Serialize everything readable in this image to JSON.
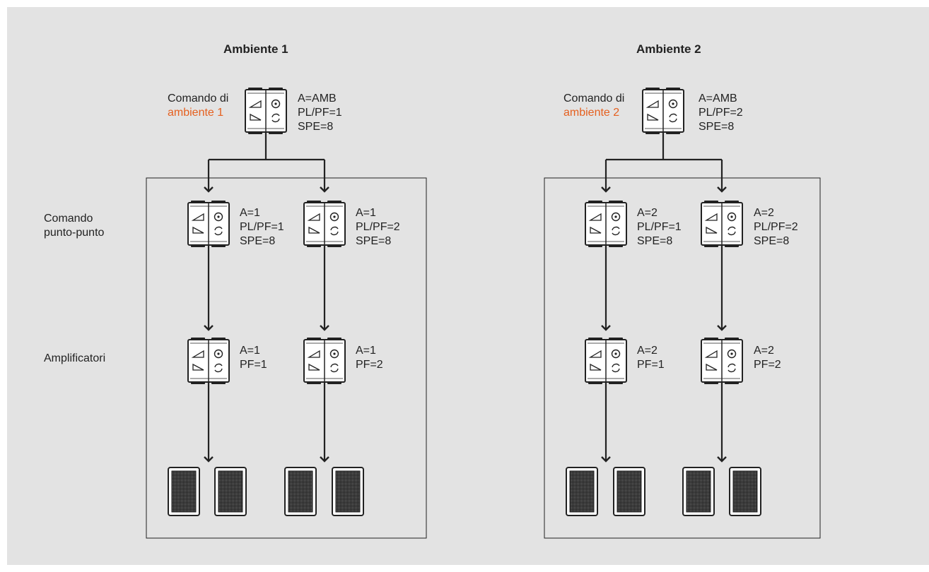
{
  "colors": {
    "background": "#e3e3e3",
    "accent": "#e5601f",
    "line": "#222222"
  },
  "row_labels": {
    "punto_punto": [
      "Comando",
      "punto-punto"
    ],
    "amplificatori": "Amplificatori"
  },
  "environments": [
    {
      "title": "Ambiente 1",
      "command_label": "Comando di",
      "command_sub": "ambiente 1",
      "ambient_command": [
        "A=AMB",
        "PL/PF=1",
        "SPE=8"
      ],
      "point_commands": [
        [
          "A=1",
          "PL/PF=1",
          "SPE=8"
        ],
        [
          "A=1",
          "PL/PF=2",
          "SPE=8"
        ]
      ],
      "amplifiers": [
        [
          "A=1",
          "PF=1"
        ],
        [
          "A=1",
          "PF=2"
        ]
      ]
    },
    {
      "title": "Ambiente 2",
      "command_label": "Comando di",
      "command_sub": "ambiente 2",
      "ambient_command": [
        "A=AMB",
        "PL/PF=2",
        "SPE=8"
      ],
      "point_commands": [
        [
          "A=2",
          "PL/PF=1",
          "SPE=8"
        ],
        [
          "A=2",
          "PL/PF=2",
          "SPE=8"
        ]
      ],
      "amplifiers": [
        [
          "A=2",
          "PF=1"
        ],
        [
          "A=2",
          "PF=2"
        ]
      ]
    }
  ],
  "device_icons": [
    "volume-up-on-icon",
    "volume-down-off-icon",
    "source-icon",
    "cycle-icon"
  ]
}
